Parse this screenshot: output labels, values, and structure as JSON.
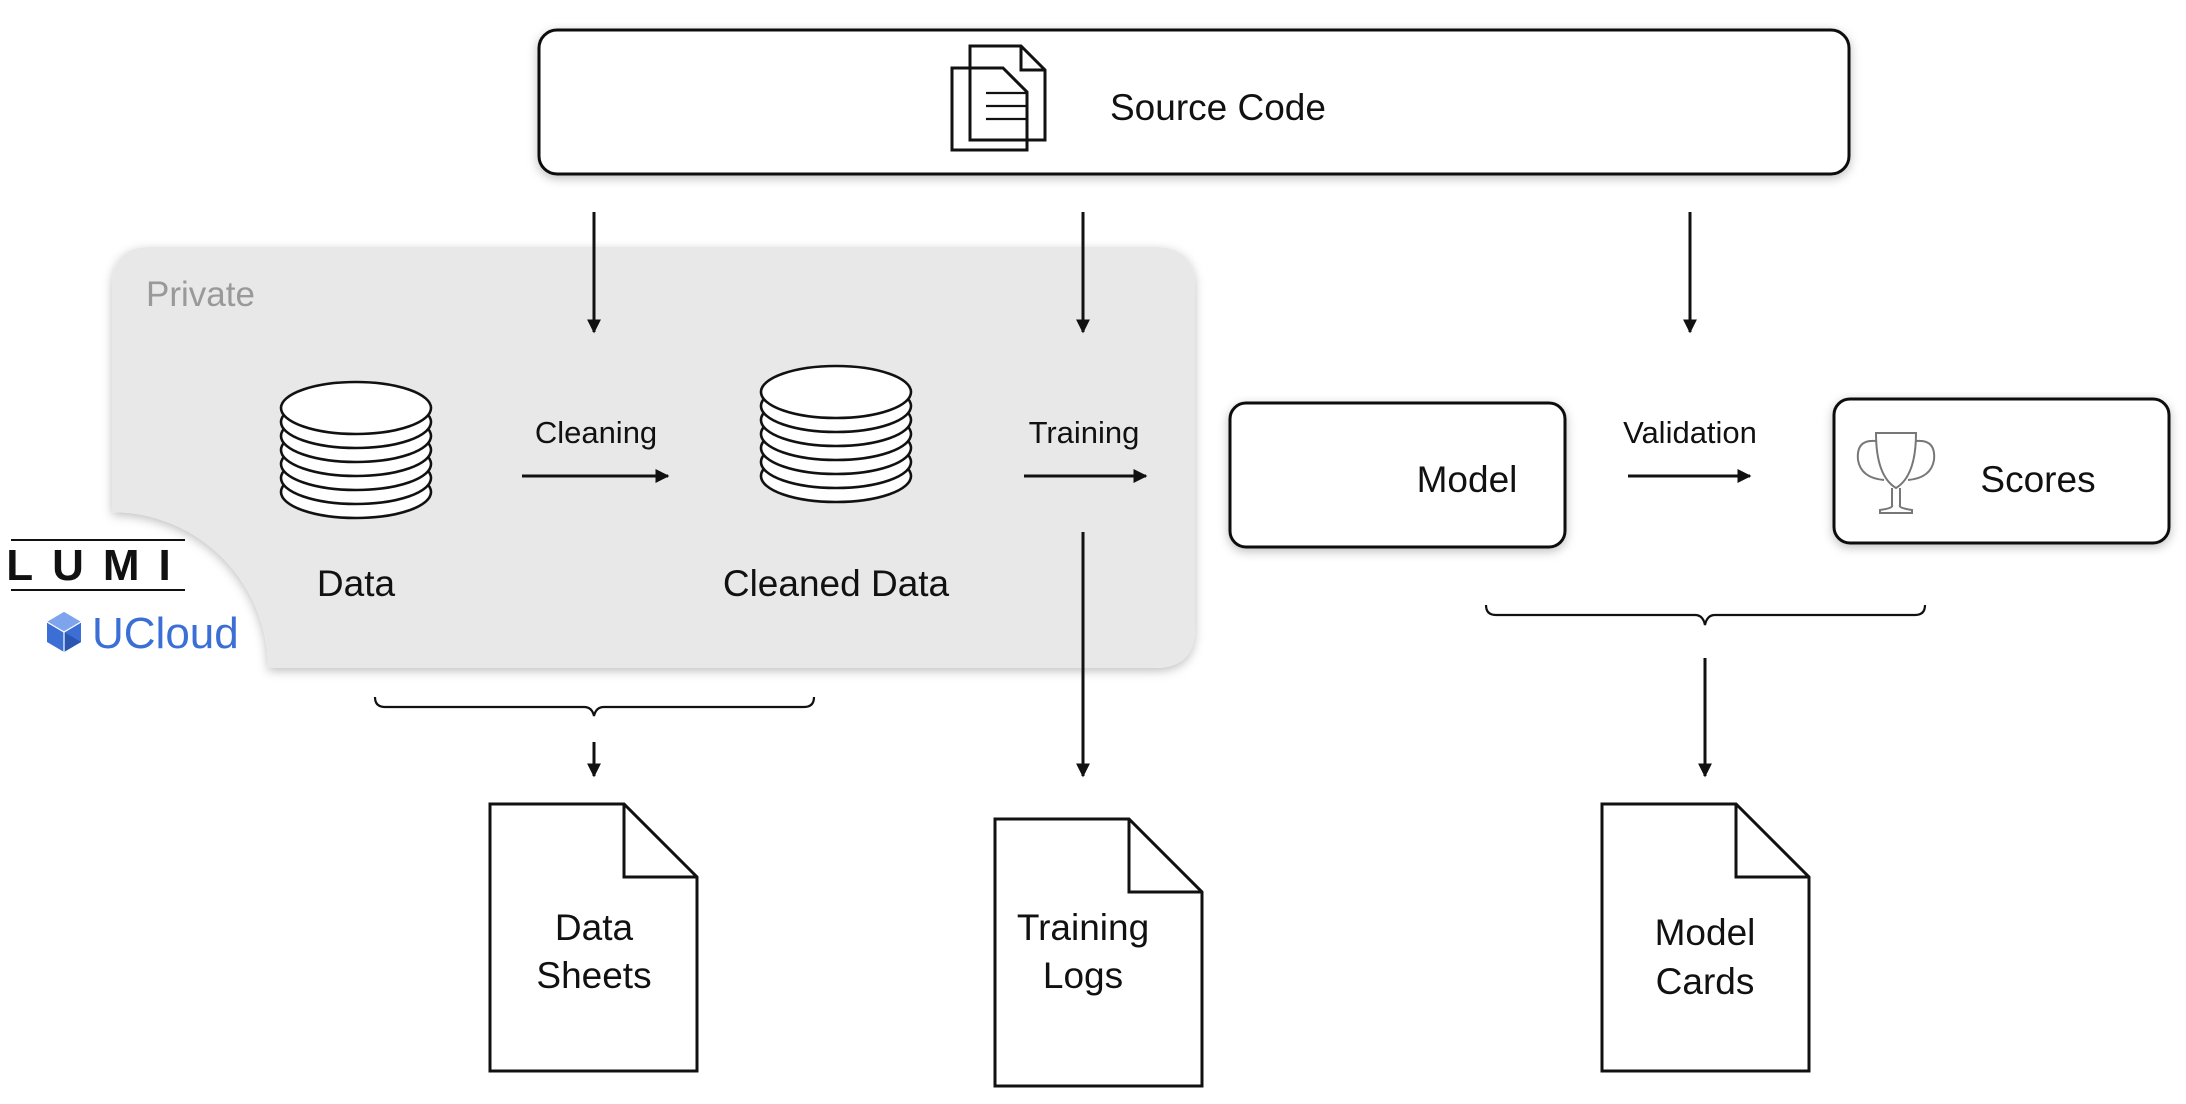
{
  "header": {
    "source_code": "Source Code"
  },
  "private_zone": {
    "label": "Private"
  },
  "nodes": {
    "data": "Data",
    "cleaned_data": "Cleaned Data",
    "model": "Model",
    "scores": "Scores"
  },
  "edges": {
    "cleaning": "Cleaning",
    "training": "Training",
    "validation": "Validation"
  },
  "documents": {
    "data_sheets": [
      "Data",
      "Sheets"
    ],
    "training_logs": [
      "Training",
      "Logs"
    ],
    "model_cards": [
      "Model",
      "Cards"
    ]
  },
  "logos": {
    "lumi": "LUMI",
    "ucloud": "UCloud"
  },
  "colors": {
    "private_bg": "#e8e8e8",
    "private_label": "#999999",
    "ucloud_blue": "#3b6fd6",
    "stroke": "#111111"
  },
  "icons": [
    "document-stack-icon",
    "database-icon",
    "trophy-icon",
    "page-icon"
  ]
}
